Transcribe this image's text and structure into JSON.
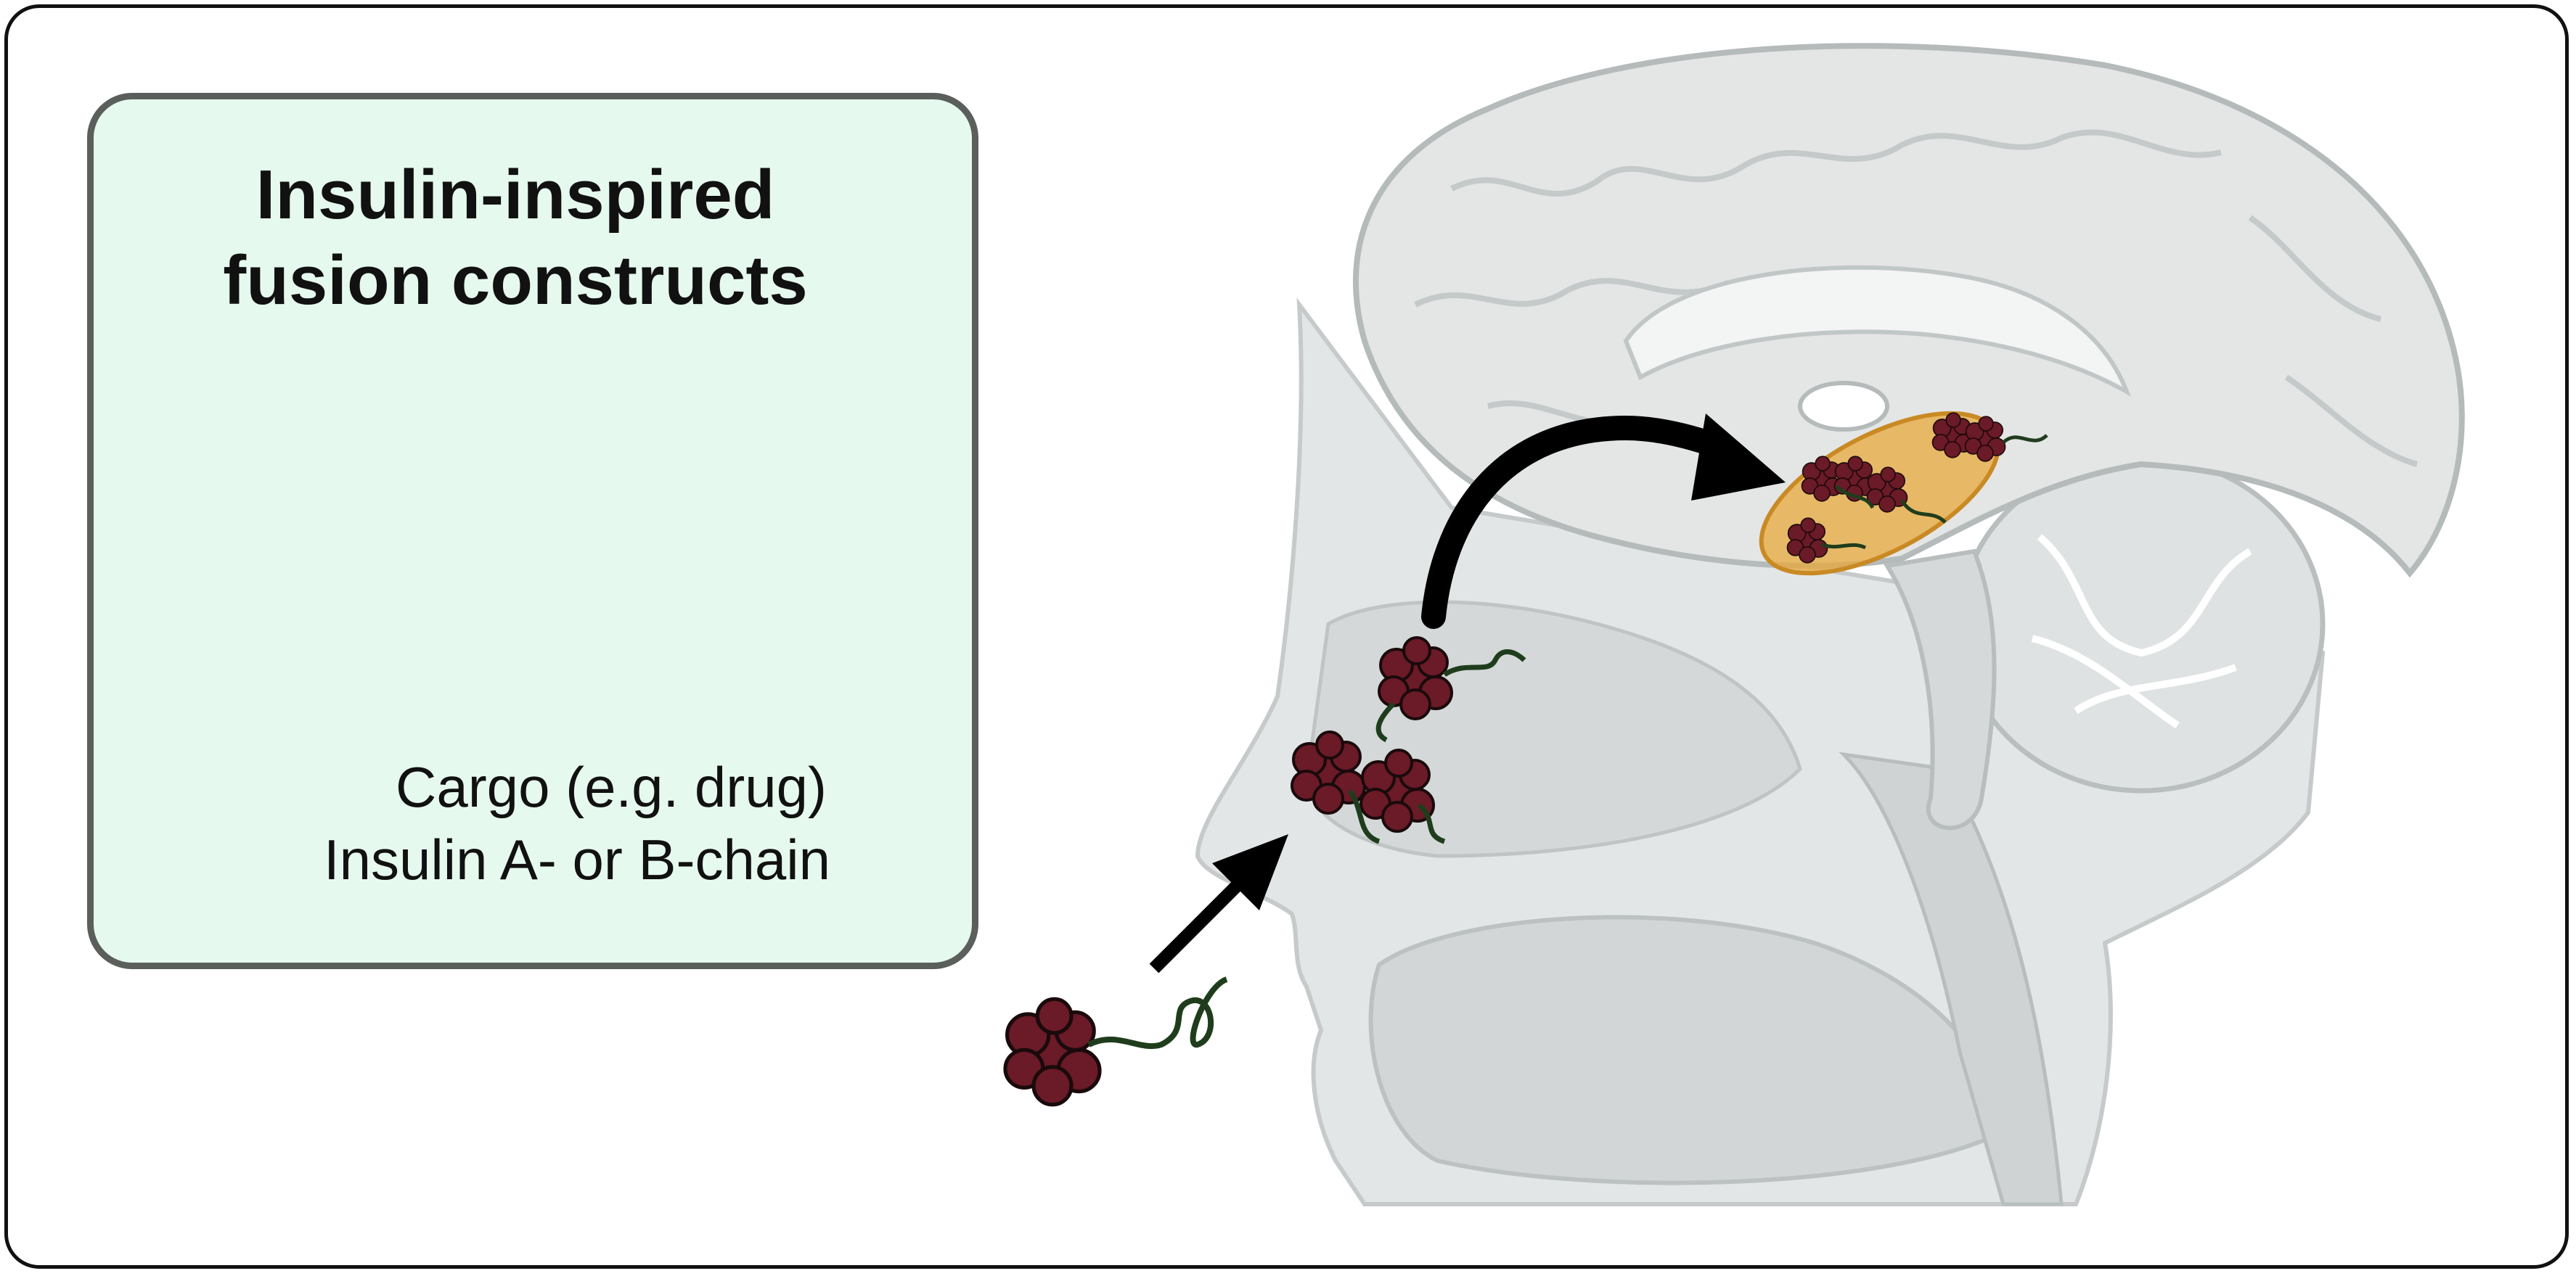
{
  "legend": {
    "title_line1": "Insulin-inspired",
    "title_line2": "fusion constructs",
    "cargo_label": "Cargo (e.g. drug)",
    "chain_label": "Insulin A- or B-chain"
  },
  "colors": {
    "cargo": "#6b1a27",
    "insulin_chain": "#1f3d1c",
    "legend_background": "#e6f9ee",
    "target_region": "#e8a83a",
    "anatomy": "#d9dcdc"
  }
}
